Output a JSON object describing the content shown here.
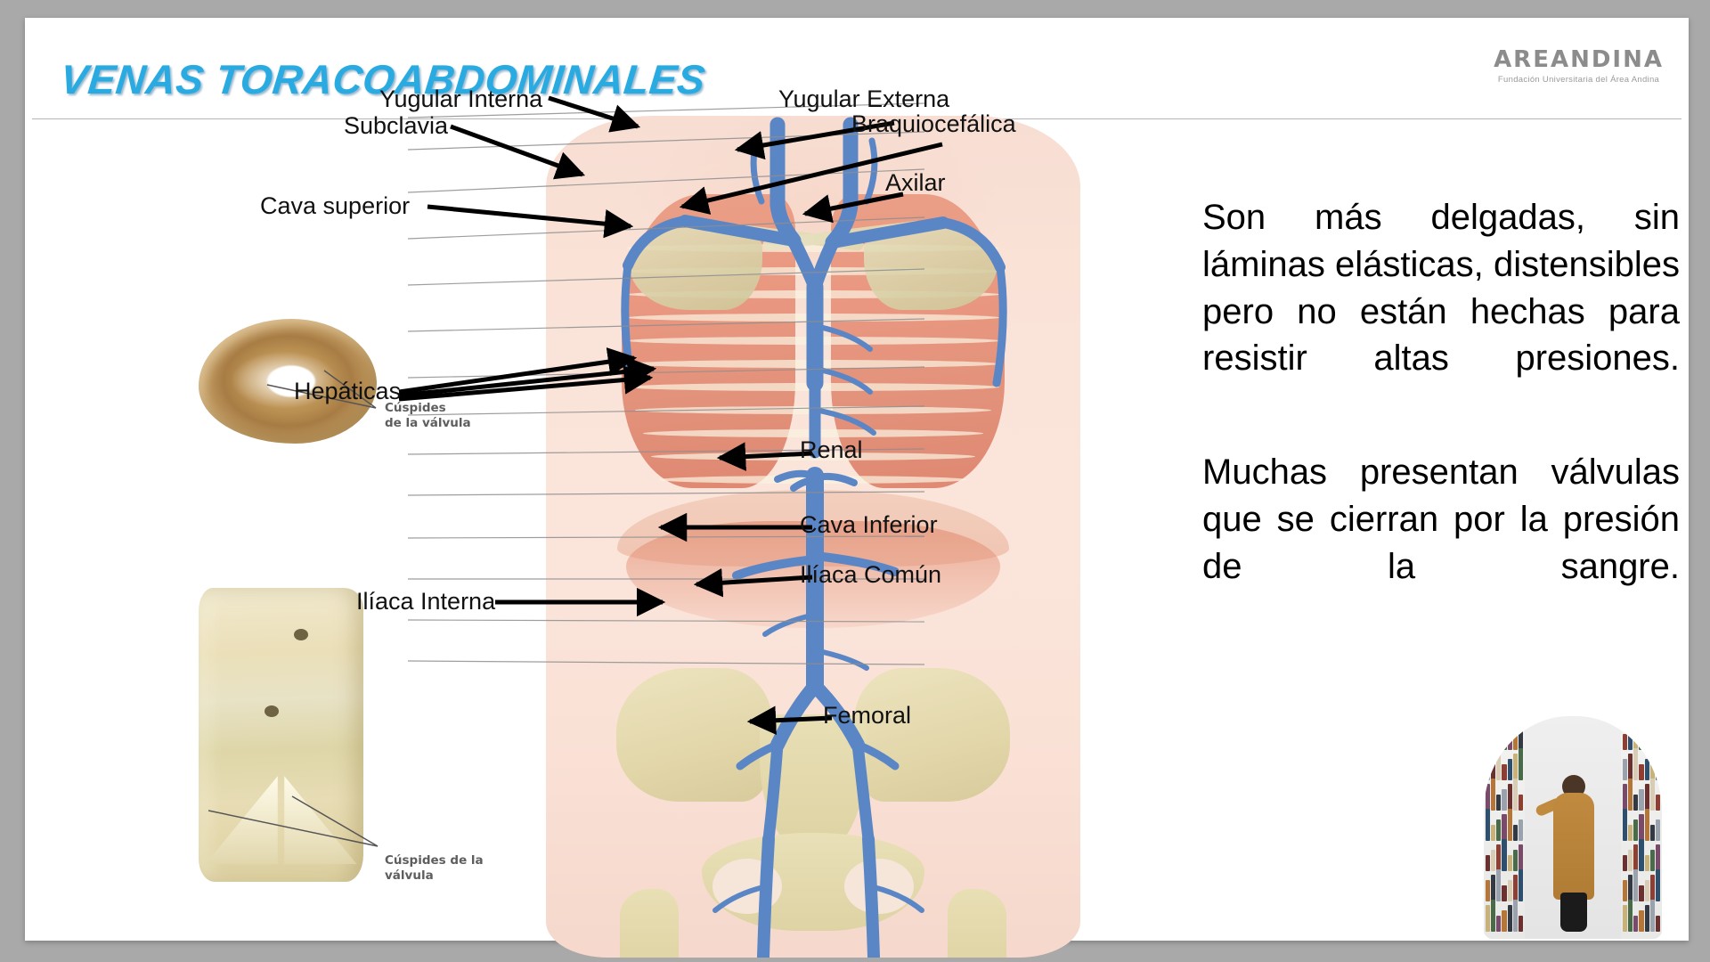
{
  "slide": {
    "title": "VENAS TORACOABDOMINALES",
    "title_color": "#29ABE2",
    "background_color": "#a9a9a9",
    "canvas_color": "#ffffff"
  },
  "logo": {
    "name": "AREANDINA",
    "subtitle": "Fundación Universitaria del Área Andina"
  },
  "labels": [
    {
      "id": "yugular-interna",
      "text": "Yugular Interna"
    },
    {
      "id": "subclavia",
      "text": "Subclavia"
    },
    {
      "id": "cava-superior",
      "text": "Cava superior"
    },
    {
      "id": "hepaticas",
      "text": "Hepáticas"
    },
    {
      "id": "iliaca-interna",
      "text": "Ilíaca Interna"
    },
    {
      "id": "yugular-externa",
      "text": "Yugular Externa"
    },
    {
      "id": "braquiocefalica",
      "text": "Braquiocefálica"
    },
    {
      "id": "axilar",
      "text": "Axilar"
    },
    {
      "id": "renal",
      "text": "Renal"
    },
    {
      "id": "cava-inferior",
      "text": "Cava Inferior"
    },
    {
      "id": "iliaca-comun",
      "text": "Ilíaca Común"
    },
    {
      "id": "femoral",
      "text": "Femoral"
    }
  ],
  "insets": {
    "top_caption": "Cúspides\nde la válvula",
    "bottom_caption": "Cúspides de la\nválvula"
  },
  "body_text": {
    "paragraph_1": "Son más delgadas, sin láminas elásticas, distensibles pero no están hechas para resistir altas presiones.",
    "paragraph_2": "Muchas presentan válvulas que se cierran por la presión de la sangre."
  }
}
